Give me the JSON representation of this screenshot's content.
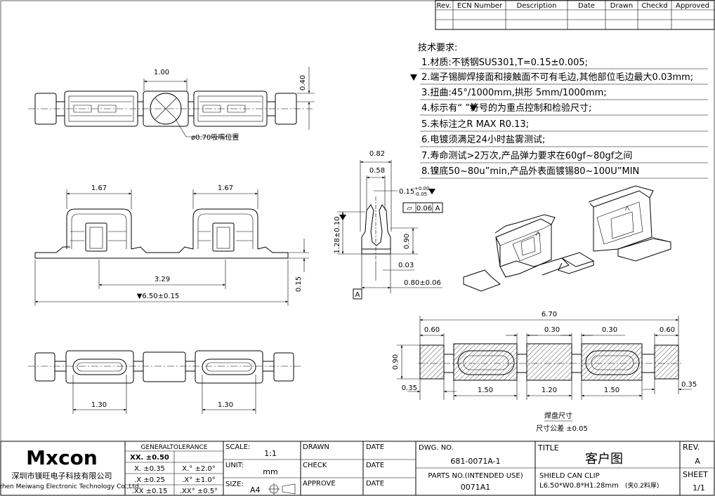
{
  "revision_table": {
    "headers": [
      "Rev.",
      "ECN Number",
      "Description",
      "Date",
      "Drawn",
      "Checkd",
      "Approved"
    ]
  },
  "requirements": {
    "heading": "技术要求:",
    "items": [
      "1.材质:不锈钢SUS301,T=0.15±0.005;",
      "2.端子锡脚焊接面和接触面不可有毛边,其他部位毛边最大0.03mm;",
      "3.扭曲:45°/1000mm,拱形 5mm/1000mm;",
      "4.标示有“  ”符号的为重点控制和检验尺寸;",
      "5.未标注之R MAX R0.13;",
      "6.电镀须满足24小时盐雾测试;",
      "7.寿命测试>2万次,产品弹力要求在60gf~80gf之间",
      "8.镍底50~80u”min,产品外表面镀锡80~100U”MIN"
    ]
  },
  "dimensions": {
    "top_width": "1.00",
    "top_height": "0.40",
    "nozzle": "ø0.70吸嘴位置",
    "front_left": "1.67",
    "front_right": "1.67",
    "pitch": "3.29",
    "total_length": "▼6.50±0.15",
    "front_height": "0.15",
    "bottom_left": "1.30",
    "bottom_right": "1.30",
    "side_outer": "0.82",
    "side_inner": "0.58",
    "side_thickness": "0.15",
    "side_tol_upper": "+0.00",
    "side_tol_lower": "-0.05",
    "flatness_symbol": "⏥",
    "flatness_value": "0.06",
    "datum": "A",
    "side_total_height": "1.28±0.10",
    "side_height": "0.90",
    "side_gap": "0.03",
    "side_base": "0.80±0.06",
    "pad_total": "6.70",
    "pad_end_left": "0.60",
    "pad_gap_1": "0.30",
    "pad_gap_2": "0.30",
    "pad_end_right": "0.60",
    "pad_height": "0.90",
    "pad_end_width_left": "0.35",
    "pad_mid_1": "1.50",
    "pad_center": "1.20",
    "pad_mid_2": "1.50",
    "pad_end_width_right": "0.35",
    "pad_caption": "焊盘尺寸",
    "pad_tolerance": "尺寸公差 ±0.05"
  },
  "title_block": {
    "logo": "Mxcon",
    "company_cn": "深圳市镁旺电子科技有限公司",
    "company_en": "Shenzhen Meiwang Electronic Technology Co.,Ltd.",
    "general_tolerance": "GENERALTOLERANCE",
    "tolerances": [
      {
        "label": "XX. ±0.50",
        "angle": ""
      },
      {
        "label": "X. ±0.35",
        "angle": "X.° ±2.0°"
      },
      {
        "label": ".X ±0.25",
        "angle": ".X° ±1.0°"
      },
      {
        "label": ".XX ±0.15",
        "angle": ".XX° ±0.5°"
      }
    ],
    "scale_label": "SCALE:",
    "scale_value": "1:1",
    "unit_label": "UNIT:",
    "unit_value": "mm",
    "size_label": "SIZE:",
    "size_value": "A4",
    "drawn": "DRAWN",
    "check": "CHECK",
    "approve": "APPROVE",
    "date": "DATE",
    "dwg_label": "DWG. NO.",
    "dwg_value": "681-0071A-1",
    "parts_label": "PARTS NO.(INTENDED USE)",
    "parts_value": "0071A1",
    "title_label": "TITLE",
    "title_value": "客户图",
    "desc_1": "SHIELD CAN CLIP",
    "desc_2": "L6.50*W0.8*H1.28mm",
    "desc_note": "(夹0.2料厚)",
    "rev_label": "REV.",
    "rev_value": "A",
    "sheet_label": "SHEET",
    "sheet_value": "1/1"
  }
}
